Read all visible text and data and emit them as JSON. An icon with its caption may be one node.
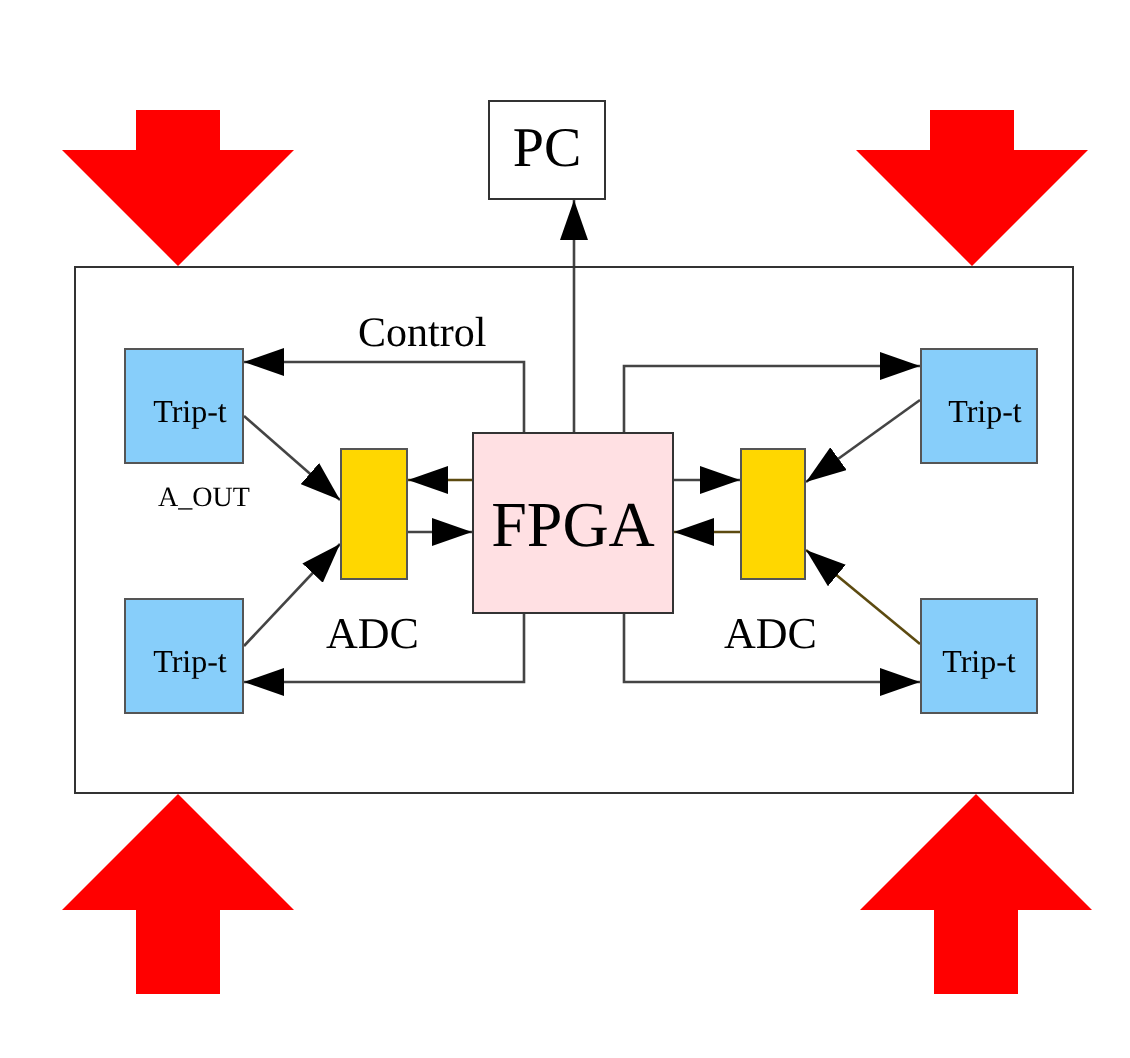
{
  "diagram": {
    "nodes": [
      {
        "text": [
          "PC"
        ]
      },
      {
        "text": [],
        "shape": "box"
      },
      {
        "text": [
          "Trip-t"
        ],
        "beside": [
          "A_OUT"
        ],
        "in": 1
      },
      {
        "text": [
          "Trip-t"
        ],
        "in": 1
      },
      {
        "text": [],
        "shape": "box",
        "beside": [
          "ADC"
        ],
        "in": 1
      },
      {
        "text": [
          "FPGA"
        ],
        "in": 1
      },
      {
        "text": [],
        "shape": "box",
        "beside": [
          "ADC"
        ],
        "in": 1
      },
      {
        "text": [
          "Trip-t"
        ],
        "in": 1
      },
      {
        "text": [
          "Trip-t"
        ],
        "in": 1
      }
    ],
    "edges": [
      {
        "from": 5,
        "to": 0,
        "arrow": "to"
      },
      {
        "from": 5,
        "to": 2,
        "arrow": "to",
        "label": "Control"
      },
      {
        "from": 5,
        "to": 3,
        "arrow": "to"
      },
      {
        "from": 5,
        "to": 7,
        "arrow": "to"
      },
      {
        "from": 5,
        "to": 8,
        "arrow": "to"
      },
      {
        "from": 2,
        "to": 4,
        "arrow": "to"
      },
      {
        "from": 3,
        "to": 4,
        "arrow": "to"
      },
      {
        "from": 7,
        "to": 6,
        "arrow": "to"
      },
      {
        "from": 8,
        "to": 6,
        "arrow": "to",
        "color": "#5c4a10"
      },
      {
        "from": 5,
        "to": 4,
        "arrow": "to",
        "color": "#5c4a10"
      },
      {
        "from": 4,
        "to": 5,
        "arrow": "to"
      },
      {
        "from": 5,
        "to": 6,
        "arrow": "to"
      },
      {
        "from": 6,
        "to": 5,
        "arrow": "to",
        "color": "#5c4a10"
      },
      {
        "from": null,
        "to": 1,
        "arrow": "to",
        "style": "thick",
        "color": "#ff0000"
      },
      {
        "from": null,
        "to": 1,
        "arrow": "to",
        "style": "thick",
        "color": "#ff0000"
      },
      {
        "from": null,
        "to": 1,
        "arrow": "to",
        "style": "thick",
        "color": "#ff0000"
      },
      {
        "from": null,
        "to": 1,
        "arrow": "to",
        "style": "thick",
        "color": "#ff0000"
      }
    ]
  }
}
